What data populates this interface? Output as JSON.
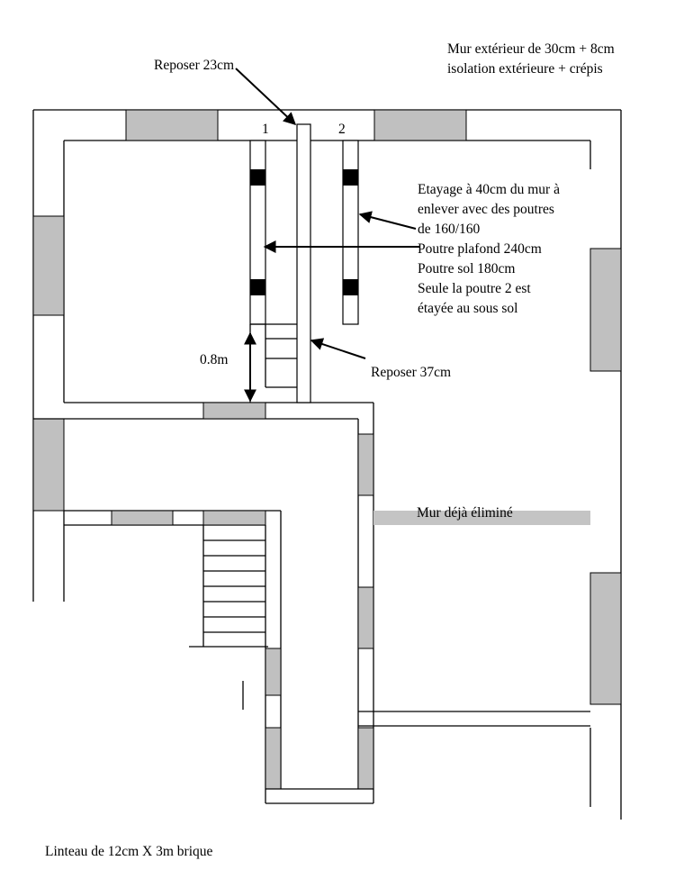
{
  "diagram": {
    "labels": {
      "outer_wall_line1": "Mur extérieur de 30cm + 8cm",
      "outer_wall_line2": "isolation extérieure + crépis",
      "reposer_23": "Reposer 23cm",
      "beam_1": "1",
      "beam_2": "2",
      "shoring_line1": "Etayage à 40cm du mur à",
      "shoring_line2": "enlever avec des poutres",
      "shoring_line3": "de 160/160",
      "shoring_line4": "Poutre plafond 240cm",
      "shoring_line5": "Poutre sol 180cm",
      "shoring_line6": "Seule la poutre 2 est",
      "shoring_line7": "étayée au sous sol",
      "distance": "0.8m",
      "reposer_37": "Reposer 37cm",
      "removed_wall": "Mur déjà éliminé",
      "lintel": "Linteau de 12cm X 3m brique"
    },
    "colors": {
      "window_fill": "#c0c0c0",
      "removed_wall_fill": "#c4c4c4",
      "line": "#000000"
    }
  }
}
